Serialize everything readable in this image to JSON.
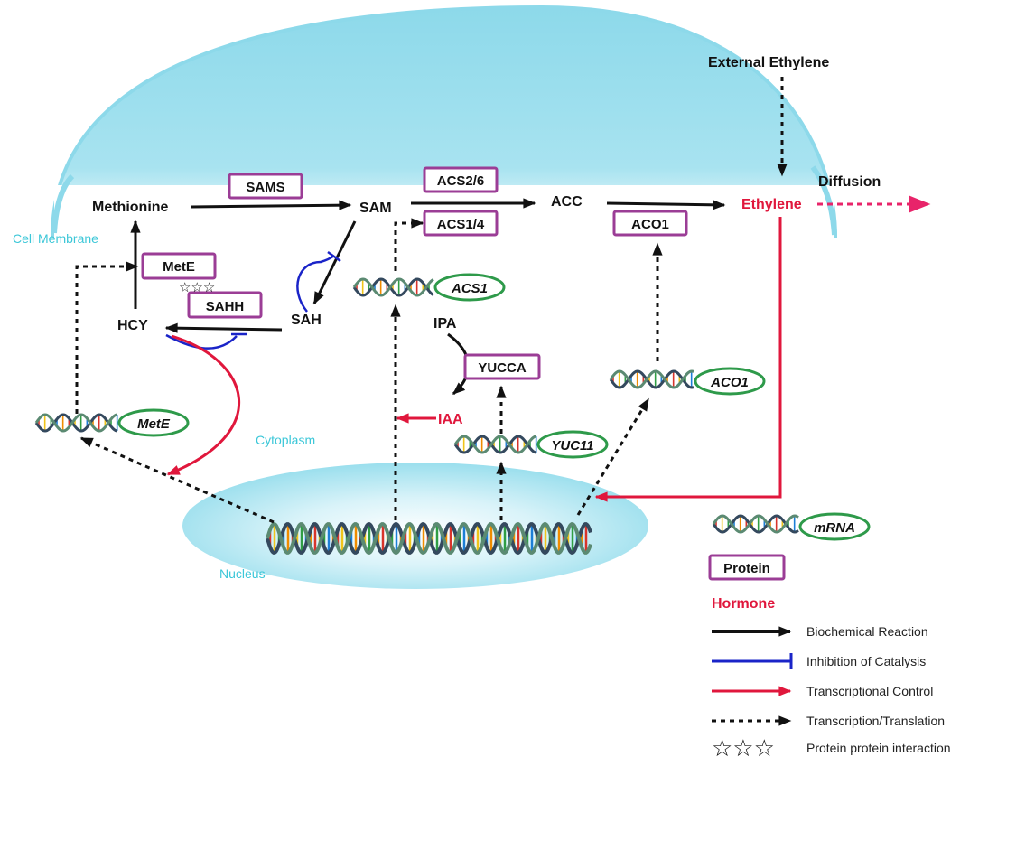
{
  "regions": {
    "cell_membrane": "Cell Membrane",
    "cytoplasm": "Cytoplasm",
    "nucleus": "Nucleus"
  },
  "metabolites": {
    "methionine": "Methionine",
    "sam": "SAM",
    "acc": "ACC",
    "sah": "SAH",
    "hcy": "HCY",
    "ipa": "IPA"
  },
  "hormones": {
    "ethylene": "Ethylene",
    "iaa": "IAA"
  },
  "labels": {
    "external_ethylene": "External Ethylene",
    "diffusion": "Diffusion"
  },
  "proteins": {
    "sams": "SAMS",
    "acs26": "ACS2/6",
    "acs14": "ACS1/4",
    "aco1": "ACO1",
    "mete": "MetE",
    "sahh": "SAHH",
    "yucca": "YUCCA"
  },
  "mrnas": {
    "acs1": "ACS1",
    "aco1": "ACO1",
    "mete": "MetE",
    "yuc11": "YUC11"
  },
  "legend": {
    "mrna": "mRNA",
    "protein": "Protein",
    "hormone": "Hormone",
    "biochemical": "Biochemical Reaction",
    "inhibition": "Inhibition of Catalysis",
    "transcriptional": "Transcriptional Control",
    "transcription_translation": "Transcription/Translation",
    "ppi": "Protein protein interaction"
  },
  "colors": {
    "membrane": "#8dd9ea",
    "nucleus": "#a6e3f0",
    "protein_border": "#9b3d96",
    "mrna_border": "#2e9a4a",
    "hormone": "#e0173c",
    "inhibition": "#1a24c8",
    "region_text": "#3cc7d8"
  }
}
